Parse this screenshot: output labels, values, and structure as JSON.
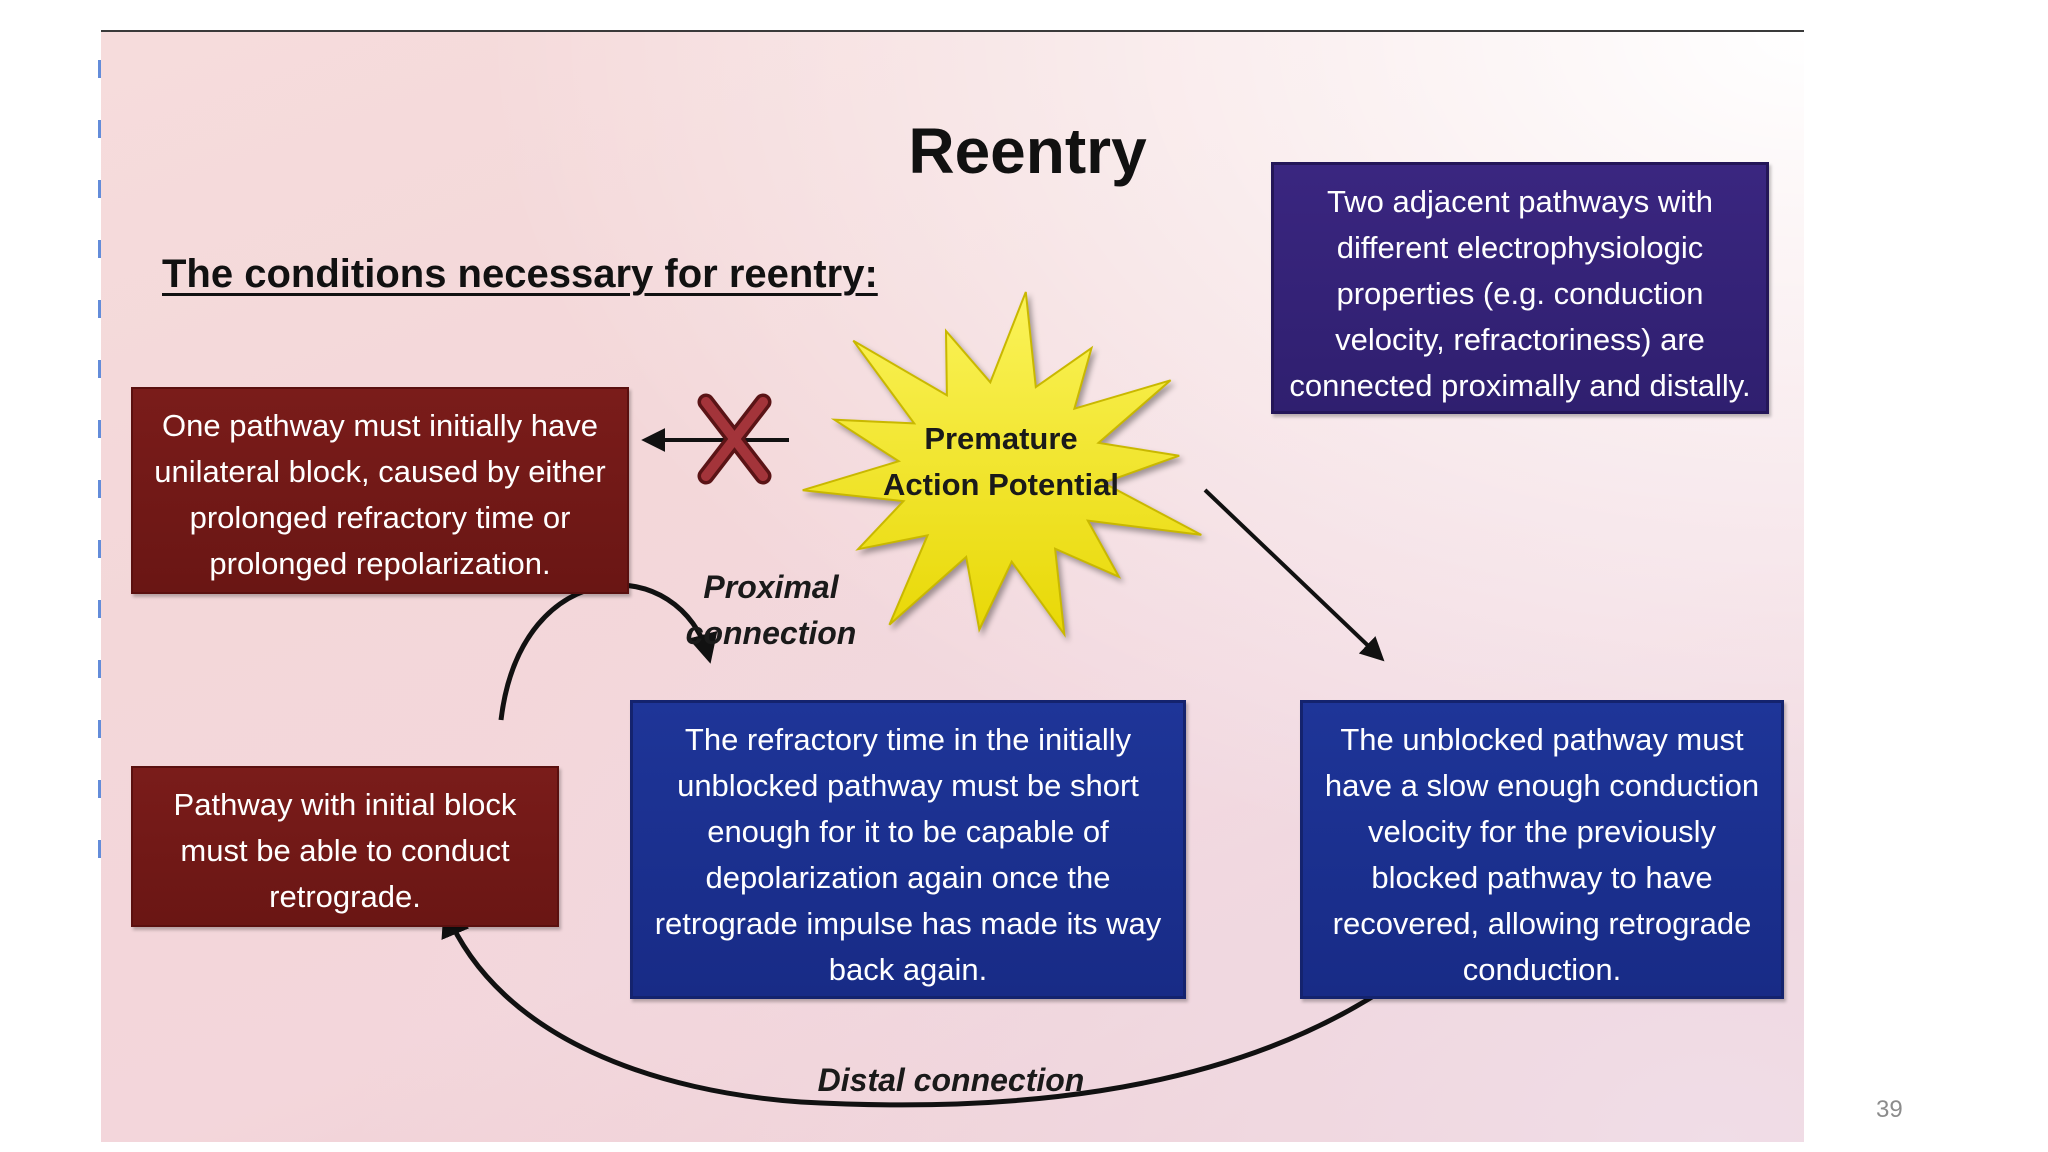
{
  "slide": {
    "title": "Reentry",
    "subtitle": "The conditions necessary for reentry:",
    "page_number": "39"
  },
  "boxes": {
    "unilateral_block": "One pathway must initially have unilateral block, caused by either prolonged refractory time or prolonged repolarization.",
    "retrograde_conduction": "Pathway with initial block must be able to conduct retrograde.",
    "refractory_time": "The refractory time in the initially unblocked pathway must be short enough for it to be capable of depolarization again once the retrograde impulse has made its way back again.",
    "slow_conduction": "The unblocked pathway must have a slow enough conduction velocity for the previously blocked pathway to have recovered, allowing retrograde conduction.",
    "two_pathways": "Two adjacent pathways with different electrophysiologic properties (e.g. conduction velocity, refractoriness) are connected proximally and distally."
  },
  "starburst": {
    "line1": "Premature",
    "line2": "Action Potential"
  },
  "connections": {
    "proximal_line1": "Proximal",
    "proximal_line2": "connection",
    "distal": "Distal connection"
  },
  "colors": {
    "maroon_box": "#7a1c1a",
    "blue_box": "#1e3598",
    "purple_box": "#3a2680",
    "starburst_fill": "#f5ea1a",
    "block_x": "#9a2a2e"
  },
  "icons": {
    "block_mark": "red-x-icon",
    "burst": "starburst-shape"
  }
}
